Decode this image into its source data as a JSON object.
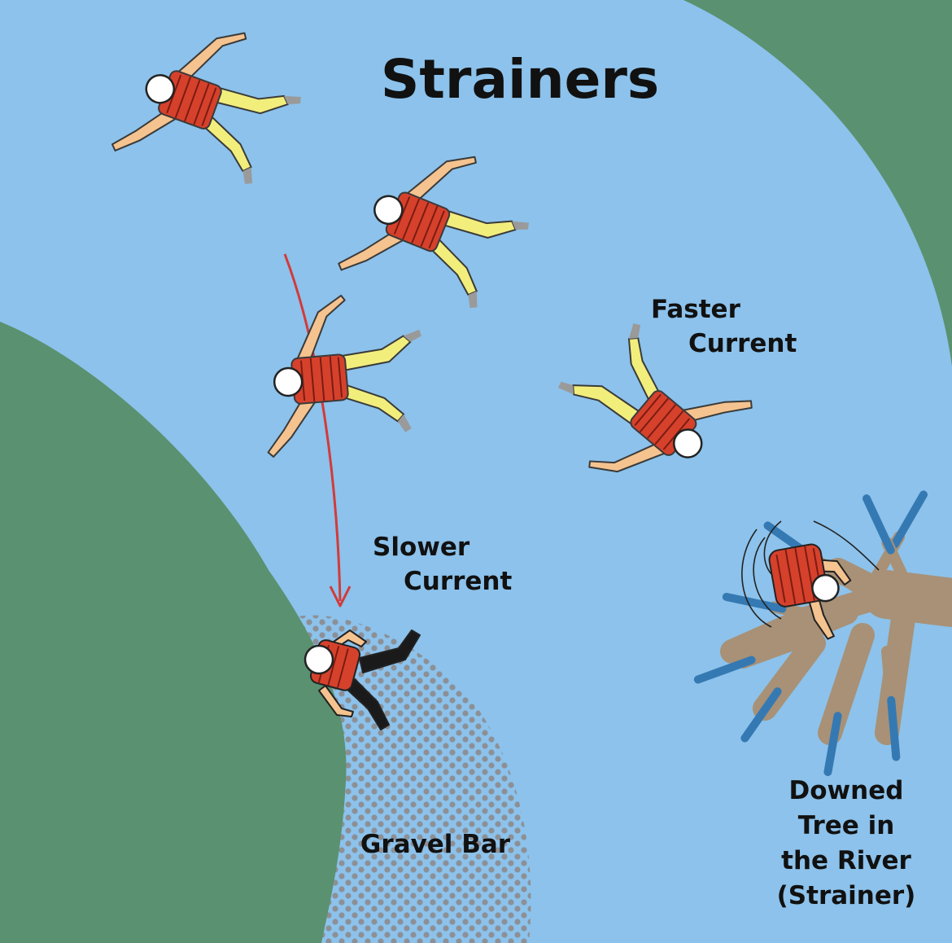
{
  "title": "Strainers",
  "labels": {
    "faster_current": [
      "Faster",
      "Current"
    ],
    "slower_current": [
      "Slower",
      "Current"
    ],
    "gravel_bar": "Gravel Bar",
    "downed_tree": [
      "Downed",
      "Tree in",
      "the River",
      "(Strainer)"
    ]
  },
  "colors": {
    "water": "#8cc2eb",
    "land": "#5a9170",
    "life_vest": "#d6412c",
    "pants": "#f2ee7c",
    "skin": "#f5c38f",
    "helmet": "#ffffff",
    "tree_trunk": "#a89176",
    "tree_branch_tips": "#3579b3",
    "path_arrow": "#d33a3a",
    "gravel": "#8c9096"
  }
}
